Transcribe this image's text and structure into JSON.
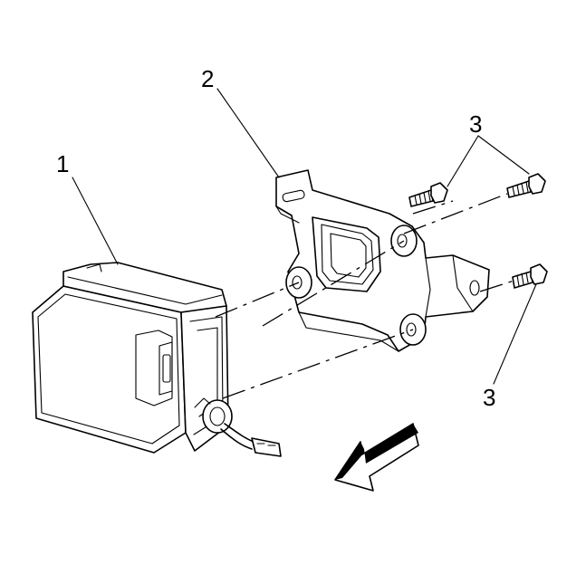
{
  "callouts": {
    "module": "1",
    "bracket": "2",
    "bolts_upper": "3",
    "bolt_lower": "3"
  },
  "colors": {
    "line": "#000000",
    "background": "#ffffff",
    "arrow_shade": "#000000"
  },
  "icons": {
    "direction_arrow": "front-direction-arrow-icon"
  }
}
